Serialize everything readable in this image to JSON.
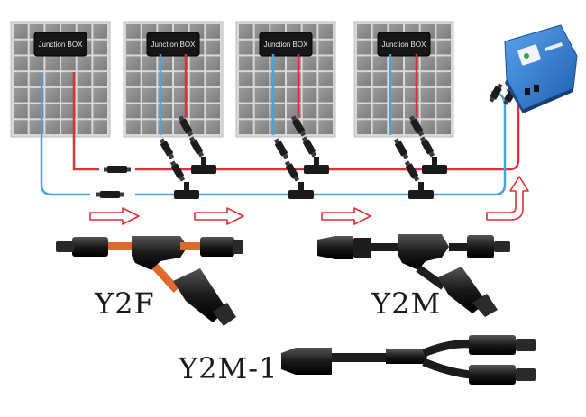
{
  "panels": [
    {
      "junction_box_label": "Junction BOX"
    },
    {
      "junction_box_label": "Junction BOX"
    },
    {
      "junction_box_label": "Junction BOX"
    },
    {
      "junction_box_label": "Junction BOX"
    }
  ],
  "connector_labels": {
    "y2f": "Y2F",
    "y2m": "Y2M",
    "y2m1": "Y2M-1"
  },
  "colors": {
    "positive_wire": "#d9323a",
    "negative_wire": "#4aa5d6",
    "arrow_stroke": "#d9323a",
    "panel_cell": "#8e8e8e",
    "panel_frame": "#d8d8d8",
    "inverter_body": "#2f7fd6",
    "connector_black": "#1c1c1c",
    "cable_orange": "#e06a2c"
  },
  "icons": {
    "solar_panel": "solar-panel-icon",
    "junction_box": "junction-box-icon",
    "inverter": "inverter-icon",
    "flow_arrow": "flow-arrow-icon",
    "connector": "mc4-connector-icon",
    "branch_connector": "y-branch-connector-icon"
  }
}
